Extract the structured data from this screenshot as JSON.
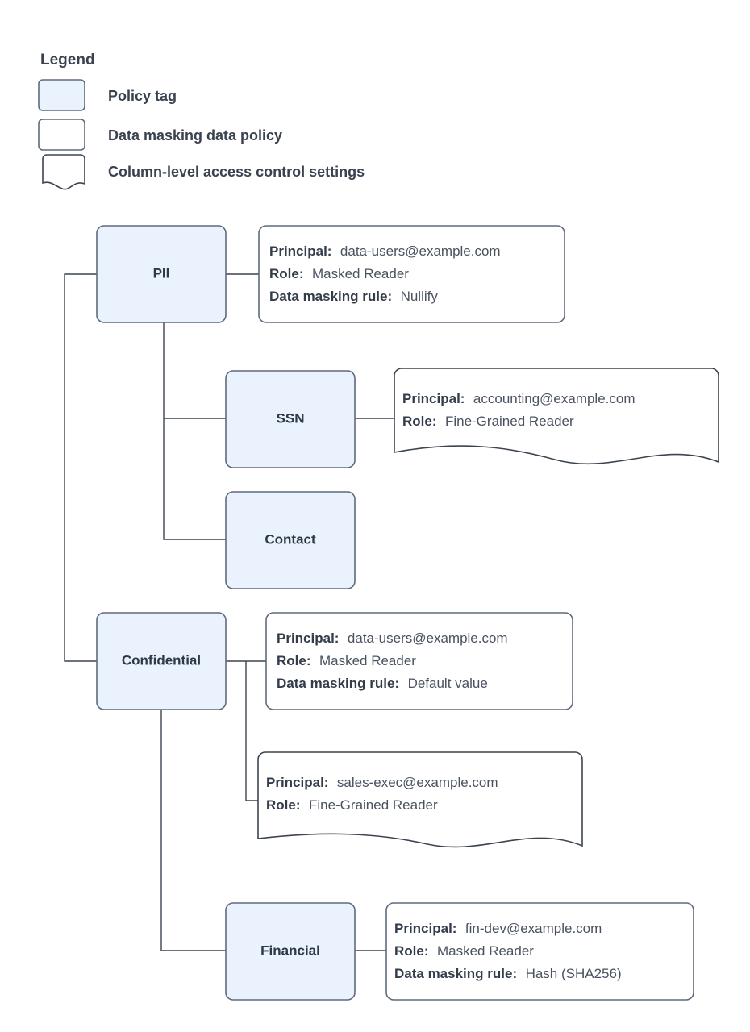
{
  "legend": {
    "title": "Legend",
    "items": [
      {
        "swatch": "policy-tag-swatch",
        "label": "Policy tag"
      },
      {
        "swatch": "data-masking-policy-swatch",
        "label": "Data masking data policy"
      },
      {
        "swatch": "column-access-settings-swatch",
        "label": "Column-level access control settings"
      }
    ]
  },
  "labels": {
    "principal": "Principal:",
    "role": "Role:",
    "masking_rule": "Data masking rule:"
  },
  "colors": {
    "tag_fill": "#eaf2fd",
    "tag_stroke": "#5f6b7c",
    "box_stroke": "#3c4450",
    "text": "#36404e",
    "background": "#ffffff"
  },
  "nodes": [
    {
      "id": "pii",
      "label": "PII"
    },
    {
      "id": "ssn",
      "label": "SSN"
    },
    {
      "id": "contact",
      "label": "Contact"
    },
    {
      "id": "confidential",
      "label": "Confidential"
    },
    {
      "id": "financial",
      "label": "Financial"
    }
  ],
  "details": {
    "pii_policy": {
      "principal": "data-users@example.com",
      "role": "Masked Reader",
      "masking_rule": "Nullify"
    },
    "ssn_access": {
      "principal": "accounting@example.com",
      "role": "Fine-Grained Reader"
    },
    "confidential_policy": {
      "principal": "data-users@example.com",
      "role": "Masked Reader",
      "masking_rule": "Default value"
    },
    "confidential_access": {
      "principal": "sales-exec@example.com",
      "role": "Fine-Grained Reader"
    },
    "financial_policy": {
      "principal": "fin-dev@example.com",
      "role": "Masked Reader",
      "masking_rule": "Hash (SHA256)"
    }
  }
}
